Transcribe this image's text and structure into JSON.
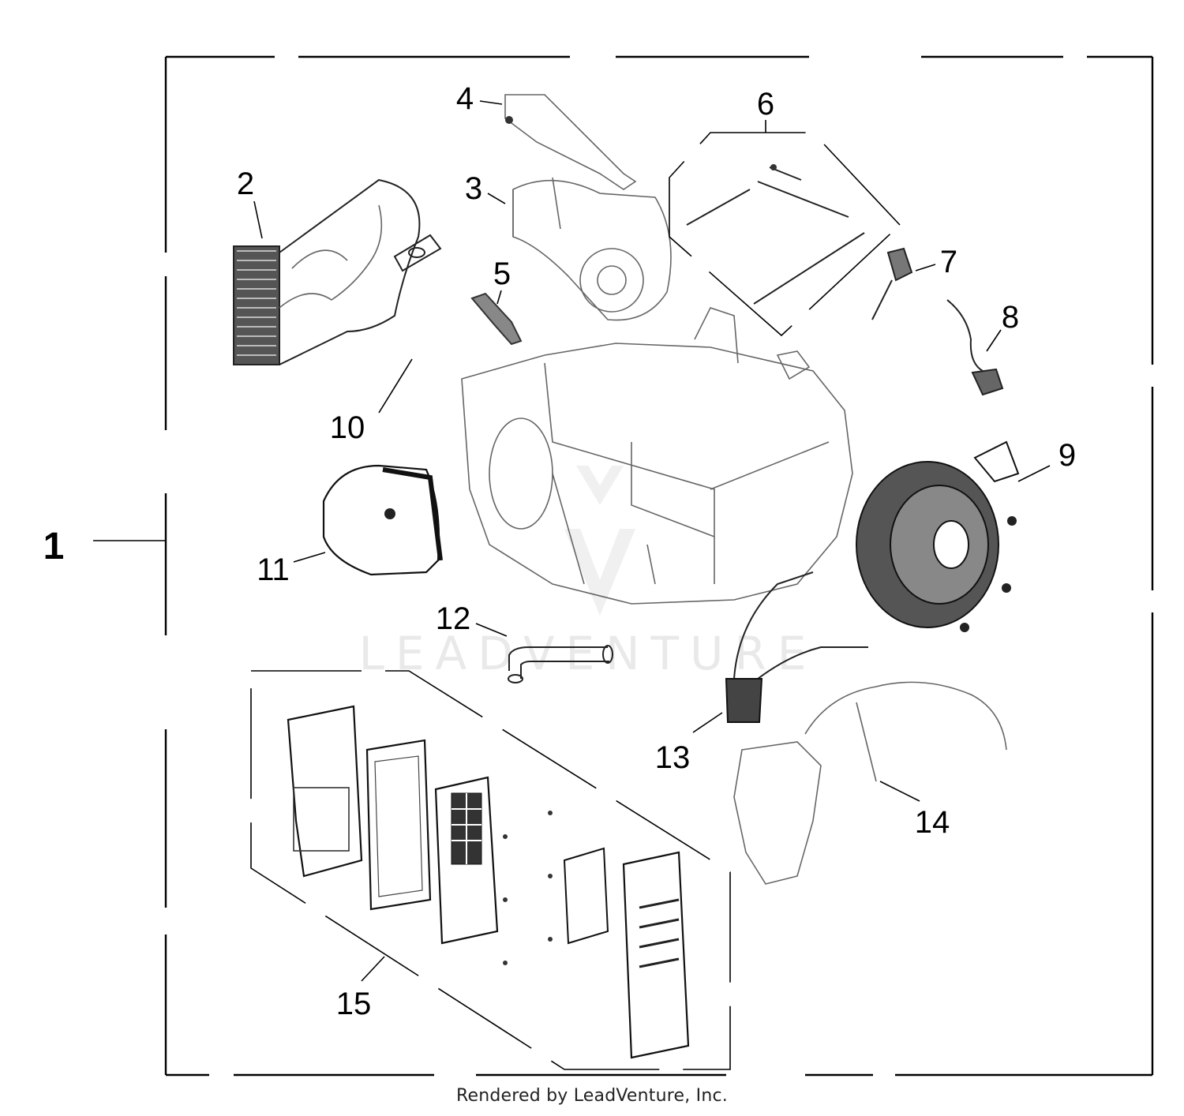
{
  "main_callout": "1",
  "callouts": [
    {
      "id": "2",
      "label": "2"
    },
    {
      "id": "3",
      "label": "3"
    },
    {
      "id": "4",
      "label": "4"
    },
    {
      "id": "5",
      "label": "5"
    },
    {
      "id": "6",
      "label": "6"
    },
    {
      "id": "7",
      "label": "7"
    },
    {
      "id": "8",
      "label": "8"
    },
    {
      "id": "9",
      "label": "9"
    },
    {
      "id": "10",
      "label": "10"
    },
    {
      "id": "11",
      "label": "11"
    },
    {
      "id": "12",
      "label": "12"
    },
    {
      "id": "13",
      "label": "13"
    },
    {
      "id": "14",
      "label": "14"
    },
    {
      "id": "15",
      "label": "15"
    }
  ],
  "watermark": "LEADVENTURE",
  "footer": "Rendered by LeadVenture, Inc."
}
